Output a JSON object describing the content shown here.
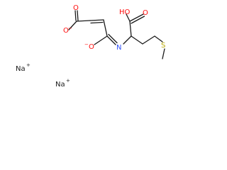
{
  "structure": {
    "bond_color": "#1a1a1a",
    "colors": {
      "O": "#ff0d0d",
      "N": "#3050f8",
      "S": "#b8a800",
      "Na": "#1a1a1a"
    },
    "labels": {
      "o_carboxylate_top": "O",
      "o_carboxylate_anion": "O",
      "o_carboxylate_anion_charge": "−",
      "o_enolate": "O",
      "o_enolate_charge": "−",
      "n_imine": "N",
      "o_acid_carbonyl": "O",
      "o_acid_hydroxyl": "HO",
      "s_thioether": "S",
      "na_1": "Na",
      "na_1_charge": "+",
      "na_2": "Na",
      "na_2_charge": "+"
    }
  }
}
